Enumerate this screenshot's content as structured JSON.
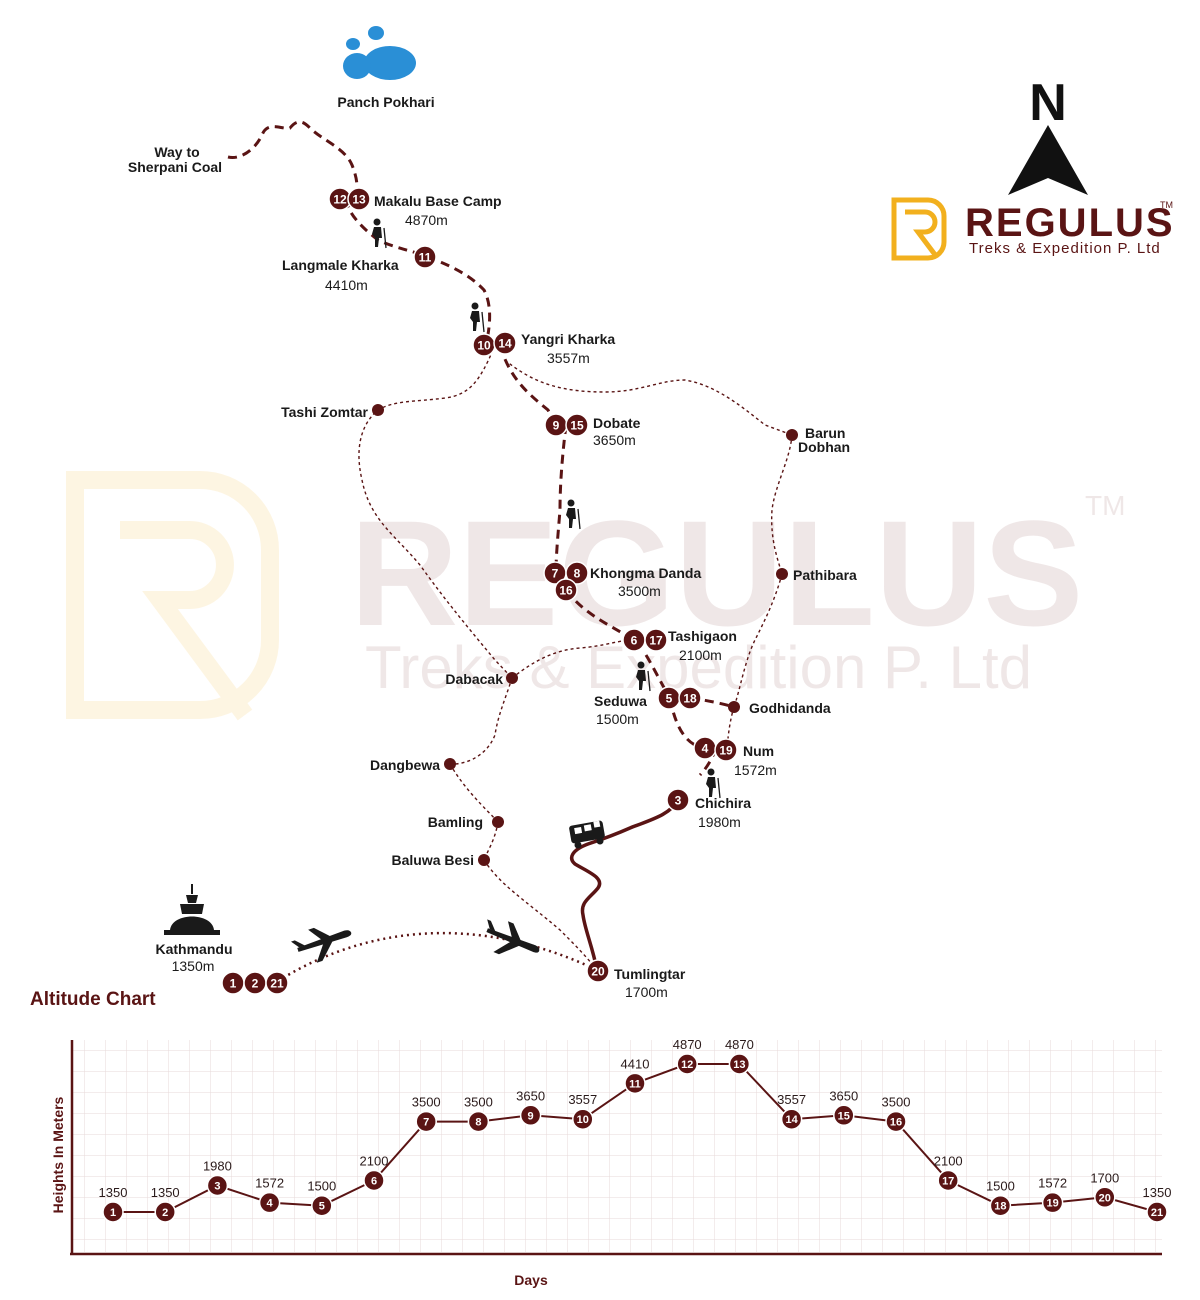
{
  "colors": {
    "route": "#5a1414",
    "marker": "#5a1414",
    "lake": "#2a8fd6",
    "logo_orange": "#f2b01e",
    "brand": "#5a1414",
    "watermark": "#6e1e1e"
  },
  "logo": {
    "brand_name": "REGULUS",
    "tagline": "Treks & Expedition P. Ltd",
    "tm": "TM"
  },
  "watermark": {
    "brand_name": "REGULUS",
    "tagline": "Treks & Expedition P. Ltd",
    "tm": "TM"
  },
  "compass": {
    "label": "N"
  },
  "map": {
    "places": [
      {
        "key": "panch-pokhari",
        "name": "Panch Pokhari"
      },
      {
        "key": "sherpani",
        "name": "Way to",
        "name2": "Sherpani Coal"
      },
      {
        "key": "makalu",
        "name": "Makalu Base Camp",
        "alt": "4870m",
        "days": [
          "12",
          "13"
        ]
      },
      {
        "key": "langmale",
        "name": "Langmale Kharka",
        "alt": "4410m",
        "days": [
          "11"
        ]
      },
      {
        "key": "yangri",
        "name": "Yangri Kharka",
        "alt": "3557m",
        "days": [
          "10",
          "14"
        ]
      },
      {
        "key": "tashi-zomtar",
        "name": "Tashi Zomtar"
      },
      {
        "key": "dobate",
        "name": "Dobate",
        "alt": "3650m",
        "days": [
          "9",
          "15"
        ]
      },
      {
        "key": "barun",
        "name": "Barun",
        "name2": "Dobhan"
      },
      {
        "key": "khongma",
        "name": "Khongma Danda",
        "alt": "3500m",
        "days": [
          "7",
          "8",
          "16"
        ]
      },
      {
        "key": "pathibara",
        "name": "Pathibara"
      },
      {
        "key": "tashigaon",
        "name": "Tashigaon",
        "alt": "2100m",
        "days": [
          "6",
          "17"
        ]
      },
      {
        "key": "dabacak",
        "name": "Dabacak"
      },
      {
        "key": "seduwa",
        "name": "Seduwa",
        "alt": "1500m",
        "days": [
          "5",
          "18"
        ]
      },
      {
        "key": "godhidanda",
        "name": "Godhidanda"
      },
      {
        "key": "num",
        "name": "Num",
        "alt": "1572m",
        "days": [
          "4",
          "19"
        ]
      },
      {
        "key": "dangbewa",
        "name": "Dangbewa"
      },
      {
        "key": "chichira",
        "name": "Chichira",
        "alt": "1980m",
        "days": [
          "3"
        ]
      },
      {
        "key": "bamling",
        "name": "Bamling"
      },
      {
        "key": "baluwa-besi",
        "name": "Baluwa Besi"
      },
      {
        "key": "kathmandu",
        "name": "Kathmandu",
        "alt": "1350m",
        "days": [
          "1",
          "2",
          "21"
        ]
      },
      {
        "key": "tumlingtar",
        "name": "Tumlingtar",
        "alt": "1700m",
        "days": [
          "20"
        ]
      }
    ]
  },
  "chart": {
    "title": "Altitude Chart",
    "ylabel": "Heights In Meters",
    "xlabel": "Days"
  },
  "chart_data": {
    "type": "line",
    "title": "Altitude Chart",
    "xlabel": "Days",
    "ylabel": "Heights In Meters",
    "x": [
      1,
      2,
      3,
      4,
      5,
      6,
      7,
      8,
      9,
      10,
      11,
      12,
      13,
      14,
      15,
      16,
      17,
      18,
      19,
      20,
      21
    ],
    "values": [
      1350,
      1350,
      1980,
      1572,
      1500,
      2100,
      3500,
      3500,
      3650,
      3557,
      4410,
      4870,
      4870,
      3557,
      3650,
      3500,
      2100,
      1500,
      1572,
      1700,
      1350
    ],
    "grid": true
  }
}
